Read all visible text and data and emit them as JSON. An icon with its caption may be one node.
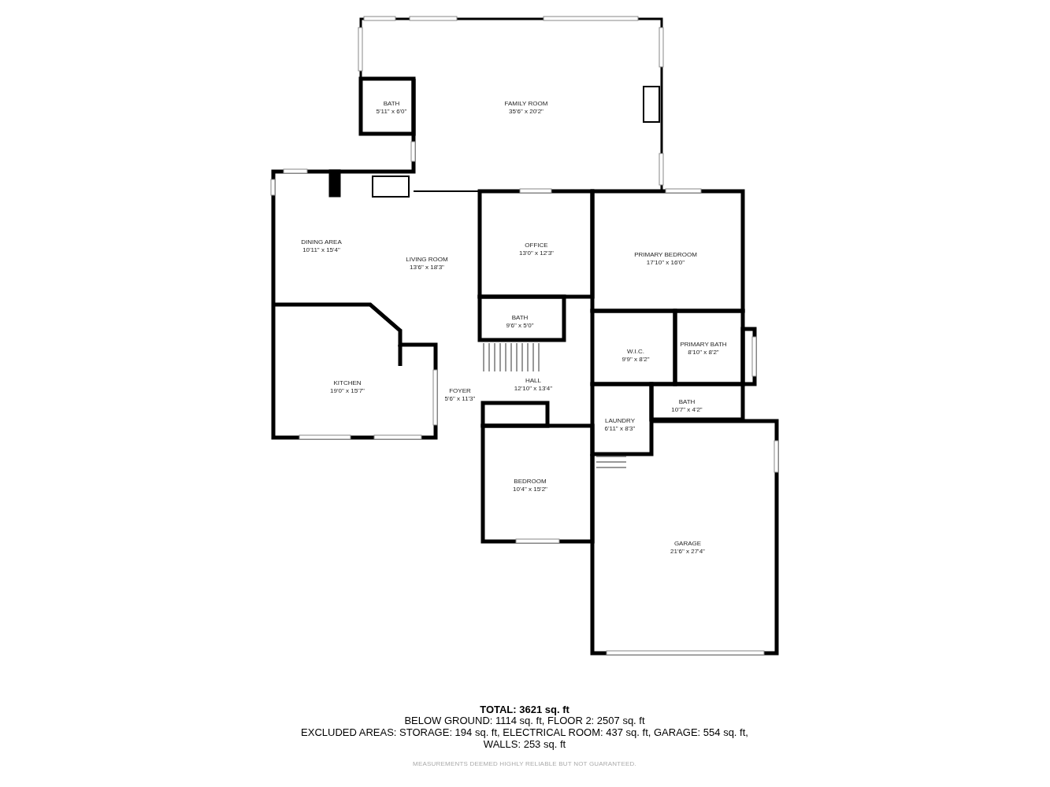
{
  "diagram": {
    "labels": [
      "BATH",
      "5'11\" x 6'0\"",
      "FAMILY ROOM",
      "35'6\" x 20'2\"",
      "DINING AREA",
      "10'11\" x 15'4\"",
      "LIVING ROOM",
      "13'6\" x 18'3\"",
      "OFFICE",
      "13'0\" x 12'3\"",
      "PRIMARY BEDROOM",
      "17'10\" x 16'0\"",
      "BATH",
      "9'6\" x 5'0\"",
      "W.I.C.",
      "9'9\" x 8'2\"",
      "PRIMARY BATH",
      "8'10\" x 8'2\"",
      "KITCHEN",
      "19'0\" x 15'7\"",
      "HALL",
      "12'10\" x 13'4\"",
      "FOYER",
      "5'6\" x 11'3\"",
      "BATH",
      "10'7\" x 4'2\"",
      "LAUNDRY",
      "6'11\" x 8'3\"",
      "BEDROOM",
      "10'4\" x 15'2\"",
      "GARAGE",
      "21'6\" x 27'4\"",
      "TOTAL: 3621 sq. ft",
      "BELOW GROUND: 1114 sq. ft, FLOOR 2: 2507 sq. ft",
      "EXCLUDED AREAS: STORAGE: 194 sq. ft, ELECTRICAL ROOM: 437 sq. ft, GARAGE: 554 sq. ft,",
      "WALLS: 253 sq. ft",
      "MEASUREMENTS DEEMED HIGHLY RELIABLE BUT NOT GUARANTEED."
    ]
  }
}
